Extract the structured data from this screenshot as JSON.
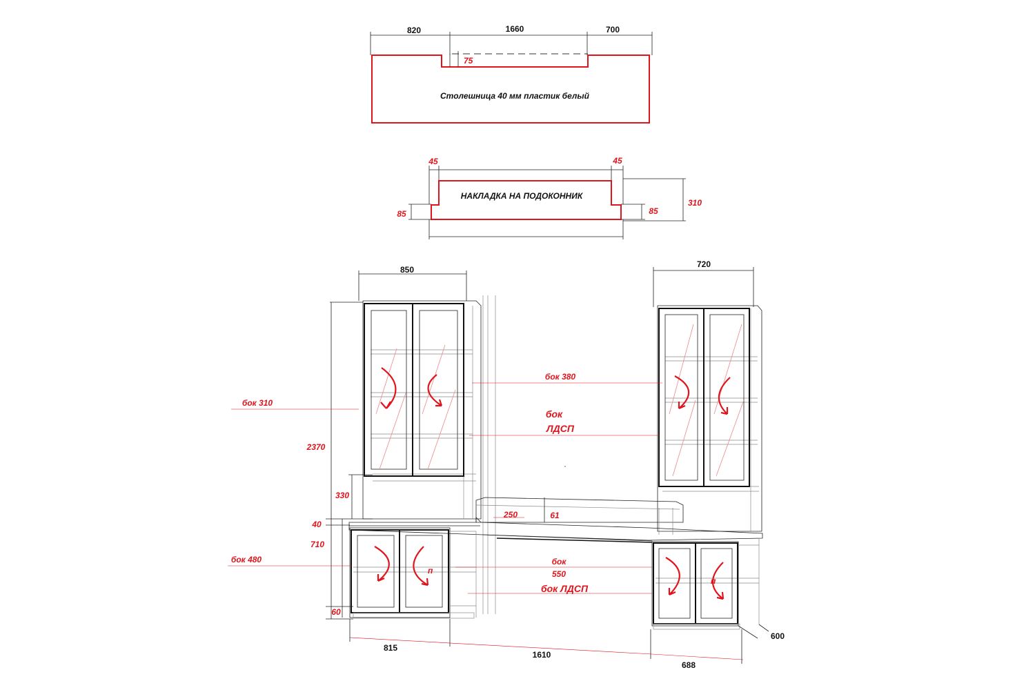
{
  "countertop": {
    "dim_left": "820",
    "dim_middle": "1660",
    "dim_right": "700",
    "dim_notch": "75",
    "label": "Столешница 40 мм пластик белый"
  },
  "sill_overlay": {
    "dim_left_inset": "45",
    "dim_right_inset": "45",
    "dim_left_height": "85",
    "dim_right_height": "85",
    "dim_total_height": "310",
    "label": "НАКЛАДКА НА ПОДОКОННИК"
  },
  "furniture": {
    "dim_left_width": "850",
    "dim_right_width": "720",
    "dim_total_height": "2370",
    "dim_gap_330": "330",
    "dim_top_40": "40",
    "dim_lower_710": "710",
    "dim_plinth_60": "60",
    "dim_250": "250",
    "dim_61": "61",
    "dim_bottom_left": "815",
    "dim_bottom_middle": "1610",
    "dim_bottom_right": "688",
    "dim_depth": "600",
    "side_310": "бок 310",
    "side_380": "бок 380",
    "side_ldsp_1": "бок",
    "side_ldsp_2": "ЛДСП",
    "side_480": "бок 480",
    "side_550_1": "бок",
    "side_550_2": "550",
    "side_ldsp_lower": "бок ЛДСП",
    "hinge_mark_1": "п",
    "hinge_mark_2": "п"
  }
}
